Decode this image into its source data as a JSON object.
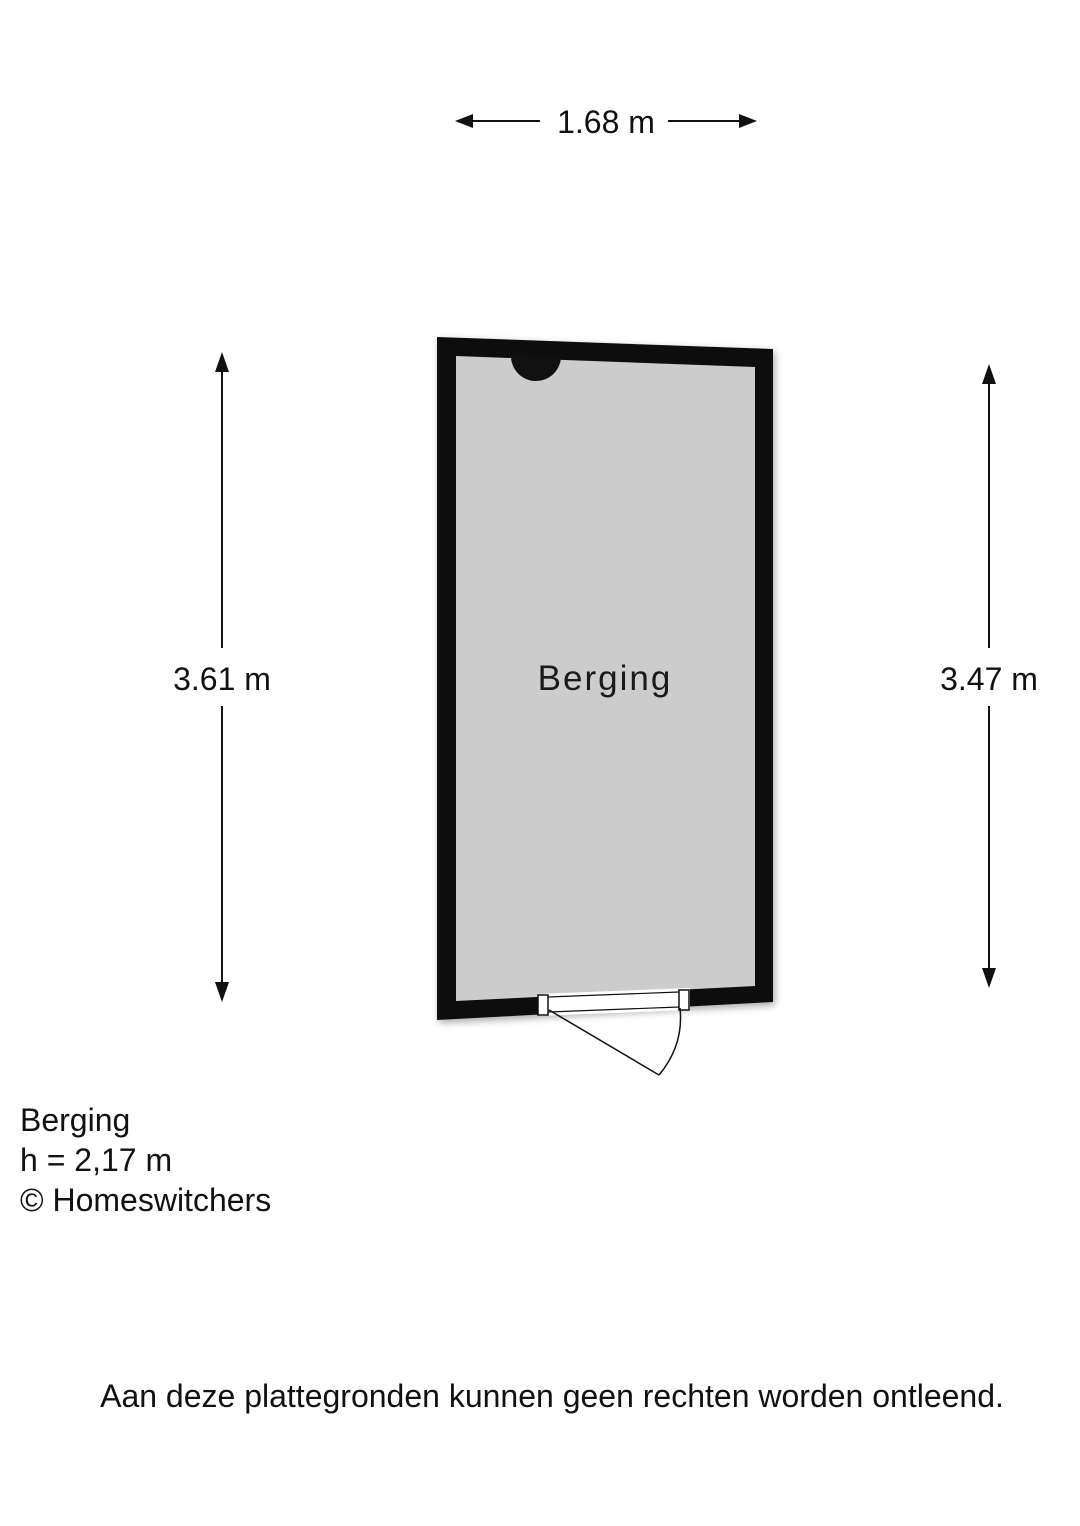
{
  "dimensions": {
    "width_top": "1.68 m",
    "height_left": "3.61 m",
    "height_right": "3.47 m"
  },
  "room": {
    "name": "Berging"
  },
  "info": {
    "room_name": "Berging",
    "ceiling_height": "h = 2,17 m",
    "copyright": "© Homeswitchers"
  },
  "disclaimer": "Aan deze plattegronden kunnen geen rechten worden ontleend.",
  "colors": {
    "wall": "#111111",
    "floor": "#cccccc",
    "background": "#ffffff"
  }
}
